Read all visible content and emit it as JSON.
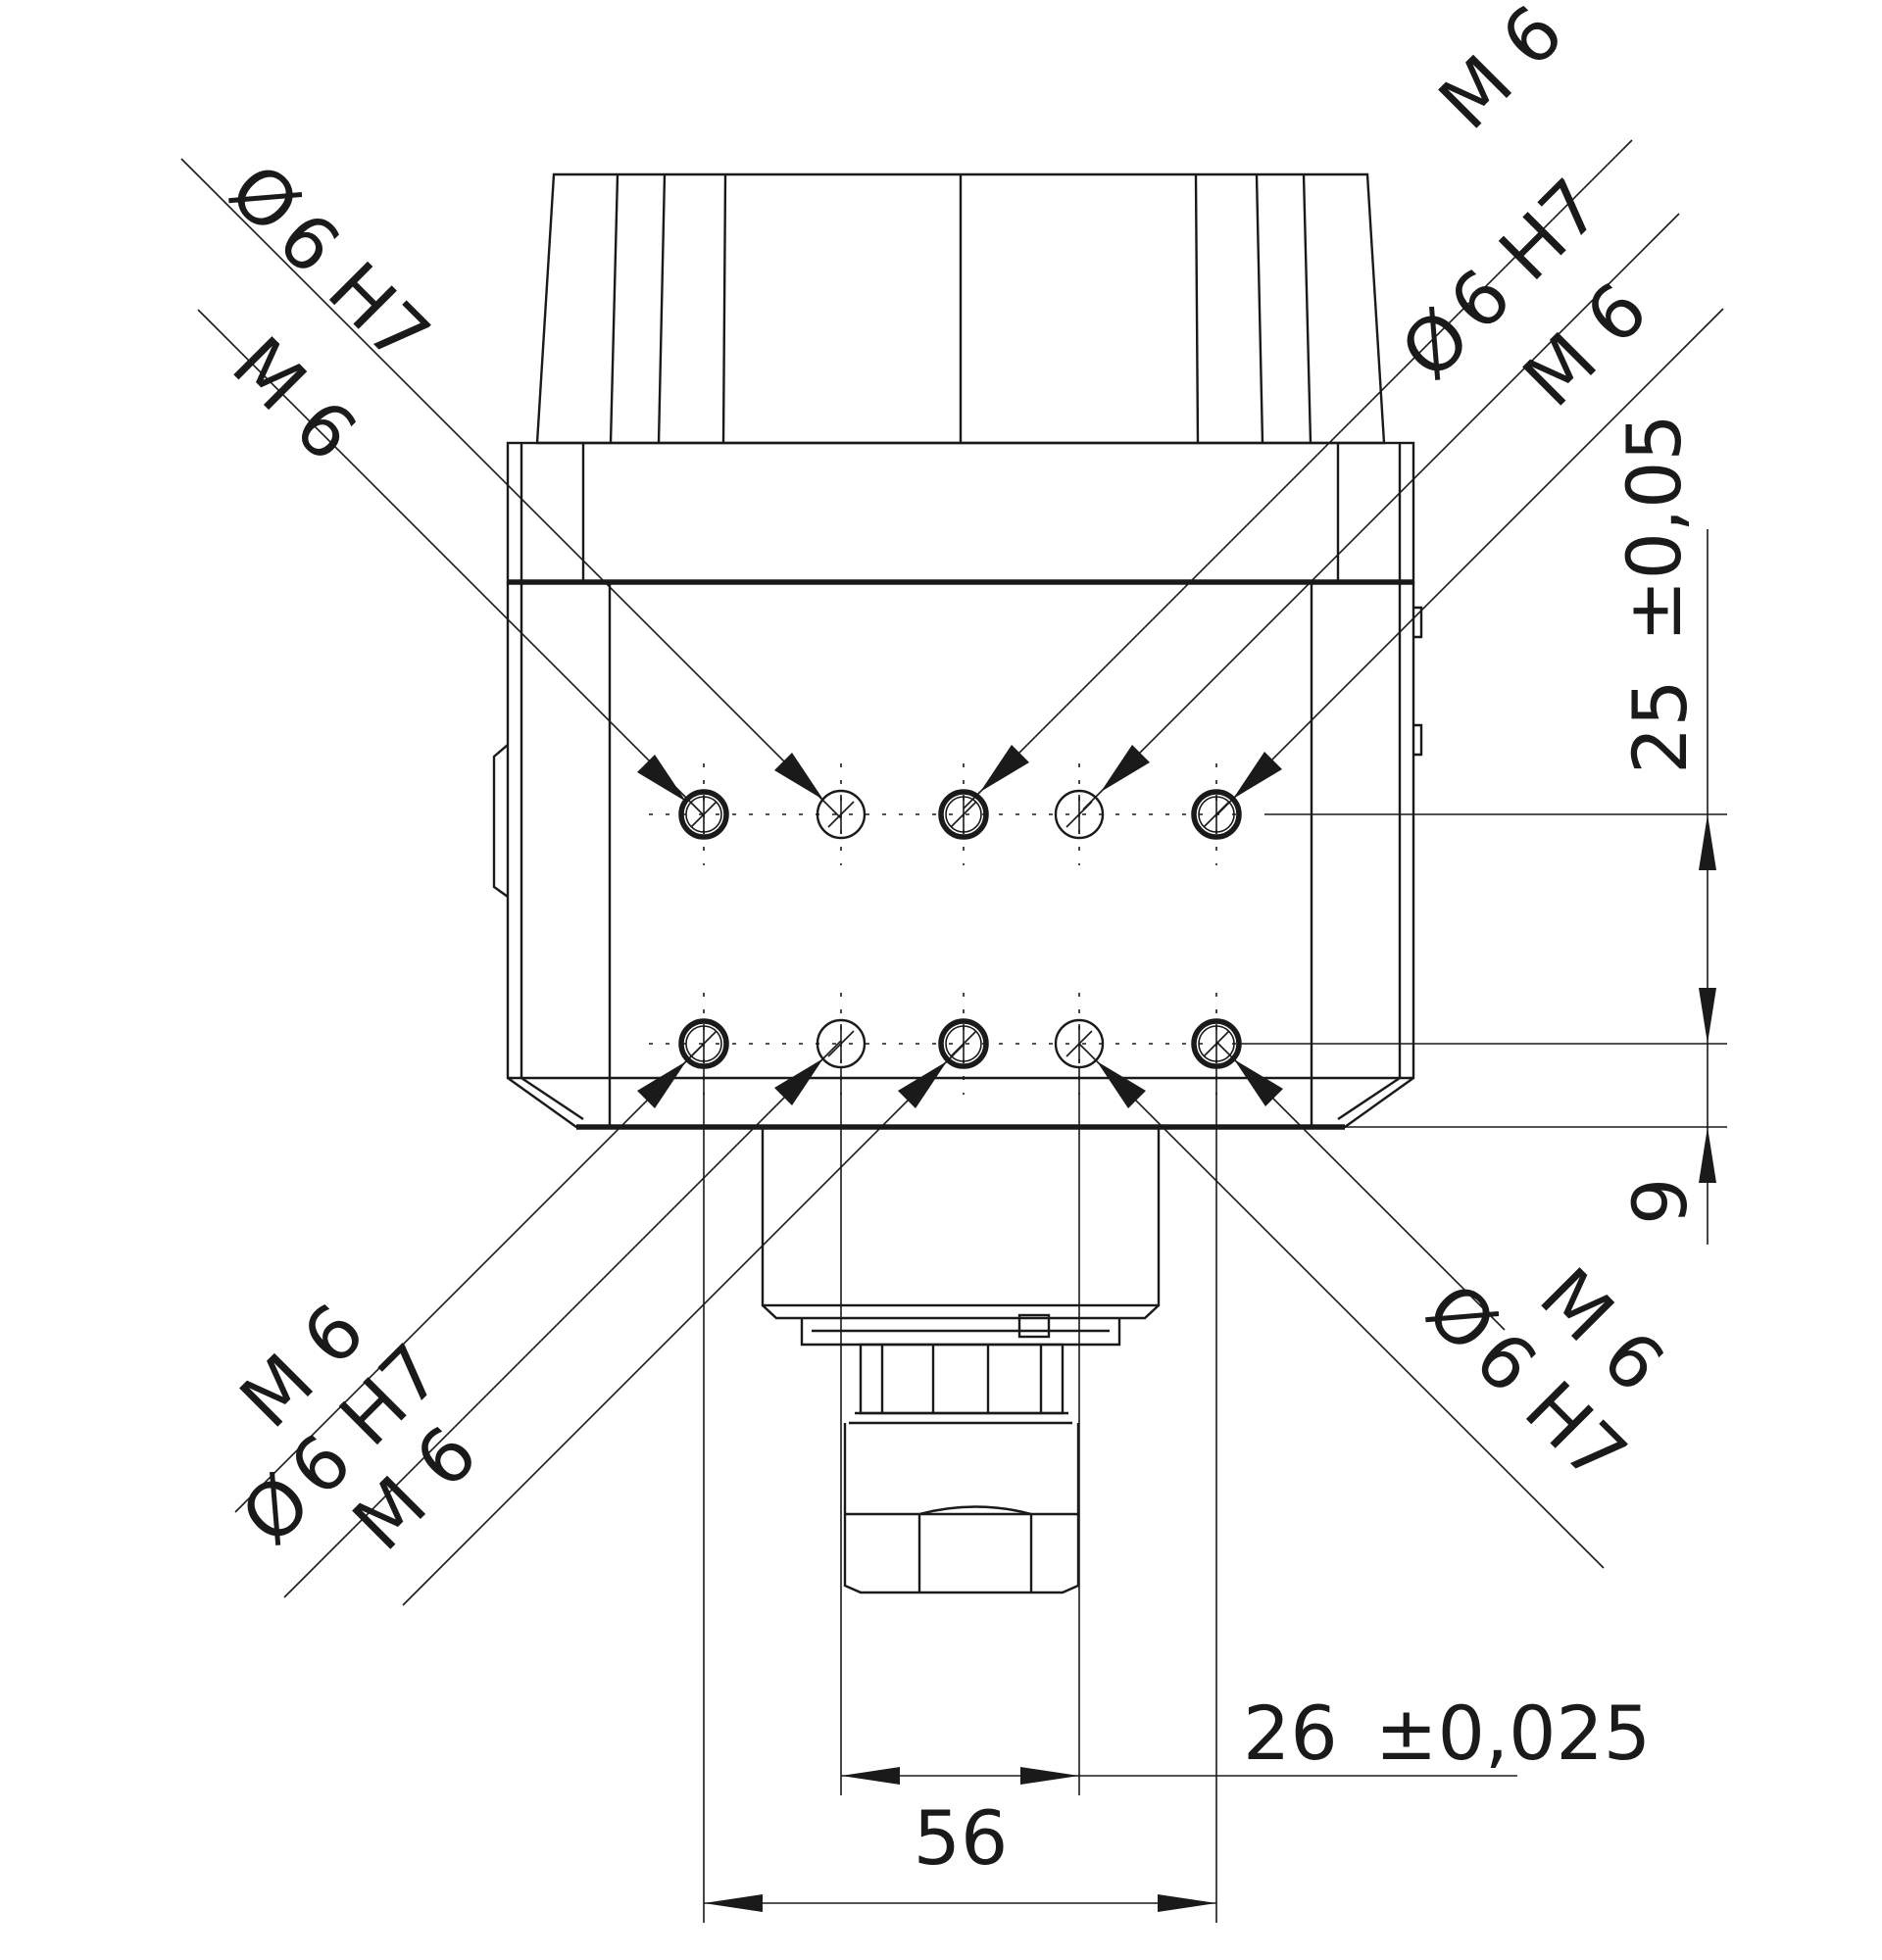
{
  "colors": {
    "ink": "#1a1a1a",
    "paper": "#ffffff"
  },
  "drawing": {
    "hole_callouts": {
      "upper_left_outer": {
        "size": "M 6"
      },
      "upper_left_inner": {
        "diameter_symbol": "Ø",
        "size": "6 H7"
      },
      "upper_right_outer": {
        "size": "M 6"
      },
      "upper_right_middle": {
        "diameter_symbol": "Ø",
        "size": "6 H7"
      },
      "upper_right_inner": {
        "size": "M 6"
      },
      "lower_left_outer": {
        "size": "M 6"
      },
      "lower_left_middle": {
        "diameter_symbol": "Ø",
        "size": "6 H7"
      },
      "lower_left_inner": {
        "size": "M 6"
      },
      "lower_right_outer": {
        "size": "M 6"
      },
      "lower_right_inner": {
        "diameter_symbol": "Ø",
        "size": "6 H7"
      }
    },
    "dimensions": {
      "row_spacing": {
        "value": "25",
        "tolerance": "±0,05"
      },
      "edge_offset": {
        "value": "9"
      },
      "hole_pitch": {
        "value": "26",
        "tolerance": "±0,025"
      },
      "outer_spacing": {
        "value": "56"
      }
    }
  }
}
